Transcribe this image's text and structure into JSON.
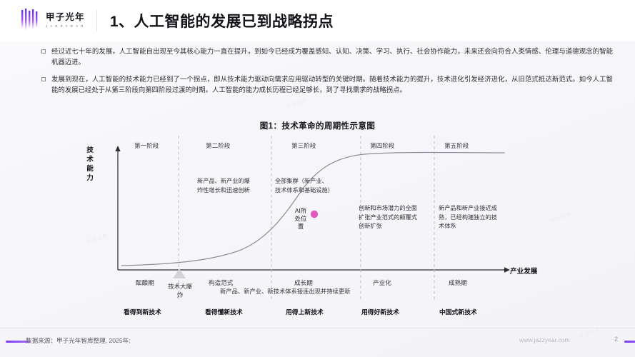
{
  "header": {
    "logo_cn": "甲子光年",
    "logo_en": "J A Z Z Y E A R",
    "title": "1、人工智能的发展已到战略拐点"
  },
  "bullets": [
    "经过近七十年的发展，人工智能自出现至今其核心能力一直在提升，到如今已经成为覆盖感知、认知、决策、学习、执行、社会协作能力，未来还会向符合人类情感、伦理与道德观念的智能机器迈进。",
    "发展到现在，人工智能的技术能力已经到了一个拐点，即从技术能力驱动向需求应用驱动转型的关键时期。随着技术能力的提升，技术进化引发经济进化，从旧范式抵达新范式。如今人工智能的发展已经处于从第三阶段向第四阶段过渡的时期。人工智能的能力成长历程已经足够长，到了寻找需求的战略拐点。"
  ],
  "figure": {
    "title": "图1：技术革命的周期性示意图",
    "y_axis_label": "技术能力",
    "x_axis_label": "产业发展",
    "stage_headers": [
      "第一阶段",
      "第二阶段",
      "第三阶段",
      "第四阶段",
      "第五阶段"
    ],
    "segment_notes": [
      "新产品、新产业的爆炸性增长和迅速创新",
      "全部集群（新产业、技术体系和基础设施）",
      "创新和市场潜力的全面扩张产业范式的颠覆式创新扩张",
      "新产品和新产业接近成熟，已经构建独立的技术体系"
    ],
    "phase_names": [
      "酝酿期",
      "构造范式",
      "成长期",
      "产业化",
      "成熟期"
    ],
    "big_bang_label": "技术大爆炸",
    "ai_position_label": "AI所处位置",
    "spread_note": "新产品、新产业、新技术体系接连出现并持续更新",
    "bold_labels": [
      "看得到新技术",
      "看得懂新技术",
      "用得上新技术",
      "用得好新技术",
      "中国式新技术"
    ],
    "marker_color": "#e159bd"
  },
  "chart_data": {
    "type": "line",
    "title": "图1：技术革命的周期性示意图",
    "xlabel": "产业发展",
    "ylabel": "技术能力",
    "grid": false,
    "legend": "none",
    "xlim": [
      0,
      1
    ],
    "ylim": [
      0,
      1
    ],
    "series": [
      {
        "name": "技术能力S曲线",
        "x": [
          0.0,
          0.08,
          0.16,
          0.24,
          0.32,
          0.4,
          0.46,
          0.52,
          0.58,
          0.64,
          0.7,
          0.76,
          0.84,
          0.92,
          1.0
        ],
        "y": [
          0.04,
          0.05,
          0.07,
          0.1,
          0.14,
          0.22,
          0.32,
          0.45,
          0.6,
          0.73,
          0.83,
          0.9,
          0.95,
          0.96,
          0.96
        ]
      }
    ],
    "annotations": [
      {
        "label": "AI所处位置",
        "x": 0.52,
        "y": 0.45,
        "marker": "circle",
        "color": "#e159bd"
      }
    ],
    "stage_boundaries": [
      0.155,
      0.395,
      0.625,
      0.815
    ],
    "stage_labels": [
      "第一阶段",
      "第二阶段",
      "第三阶段",
      "第四阶段",
      "第五阶段"
    ]
  },
  "footer": {
    "source": "数据来源：甲子光年智库整理, 2025年;",
    "url": "www.jazzyear.com",
    "page": "2"
  }
}
